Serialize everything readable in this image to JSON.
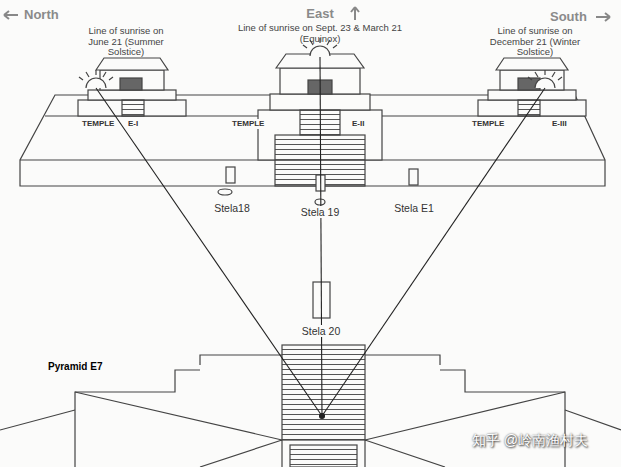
{
  "diagram": {
    "labels": [
      "North",
      "East",
      "South",
      "Line of sunrise on June 21 (Summer Solstice)",
      "Line of sunrise on Sept. 23 & March 21 (Equinox)",
      "Line of sunrise on December 21 (Winter Solstice)",
      "TEMPLE",
      "E-I",
      "TEMPLE",
      "E-II",
      "TEMPLE",
      "E-III",
      "Stela18",
      "Stela 19",
      "Stela E1",
      "Stela 20",
      "Pyramid E7",
      "知乎 @岭南渔村夫"
    ]
  }
}
